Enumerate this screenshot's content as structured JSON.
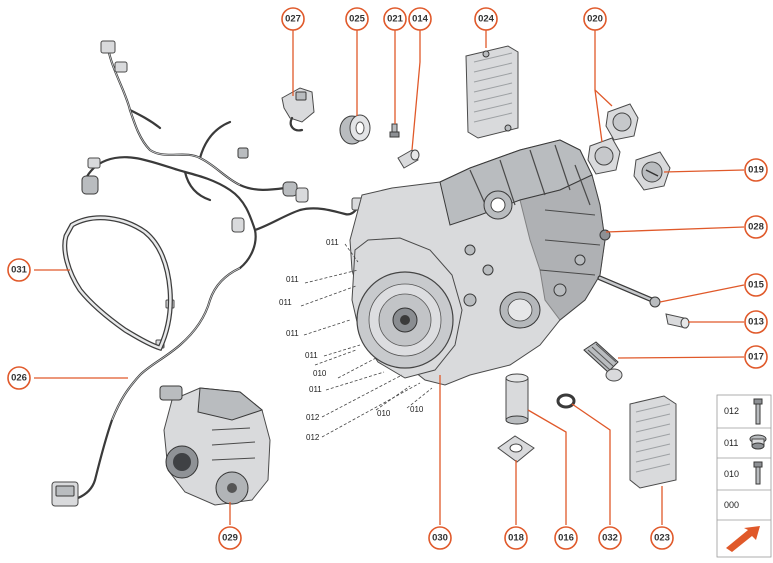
{
  "callouts": {
    "c027": "027",
    "c025": "025",
    "c021": "021",
    "c014": "014",
    "c024": "024",
    "c020": "020",
    "c019": "019",
    "c028": "028",
    "c015": "015",
    "c013": "013",
    "c017": "017",
    "c031": "031",
    "c026": "026",
    "c029": "029",
    "c030": "030",
    "c018": "018",
    "c016": "016",
    "c032": "032",
    "c023": "023"
  },
  "bolt_labels": {
    "b1": "011",
    "b2": "011",
    "b3": "011",
    "b4": "011",
    "b5": "011",
    "b6": "011",
    "b7": "010",
    "b8": "011",
    "b9": "012",
    "b10": "012",
    "b11": "010",
    "b12": "010"
  },
  "legend": {
    "rows": [
      "012",
      "011",
      "010",
      "000"
    ],
    "arrow_icon": "orange-arrow-icon"
  },
  "colors": {
    "accent": "#e0592a",
    "legend_arrow_bg": "#e0592a"
  }
}
